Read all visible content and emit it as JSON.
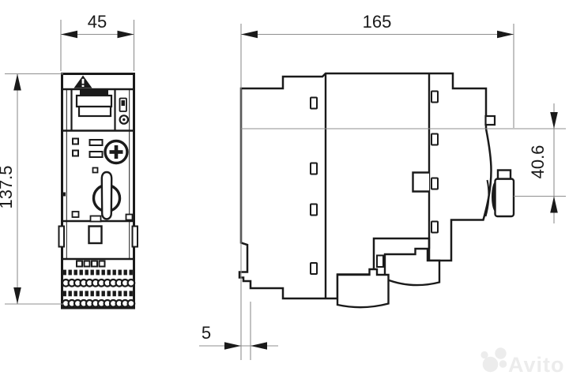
{
  "dimensions": {
    "front_width": "45",
    "overall_depth": "165",
    "overall_height": "137.5",
    "face_height": "40.6",
    "rail_offset": "5"
  },
  "watermark": {
    "brand": "Avito"
  },
  "colors": {
    "outline": "#1a1a1a",
    "dimension_line": "#8f8f8f",
    "watermark": "#ececec",
    "background": "#ffffff"
  },
  "icons": {
    "warning_symbol": "warning-triangle-icon",
    "brand_logo": "avito-logo-icon"
  }
}
